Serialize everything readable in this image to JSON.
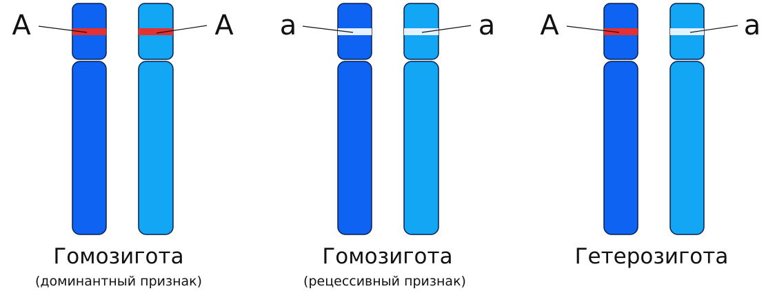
{
  "panels": [
    {
      "left_allele": "A",
      "right_allele": "A",
      "left_band": "dominant",
      "right_band": "dominant",
      "title": "Гомозигота",
      "subtitle": "(доминантный признак)"
    },
    {
      "left_allele": "a",
      "right_allele": "a",
      "left_band": "recessive",
      "right_band": "recessive",
      "title": "Гомозигота",
      "subtitle": "(рецессивный признак)"
    },
    {
      "left_allele": "A",
      "right_allele": "a",
      "left_band": "dominant",
      "right_band": "recessive",
      "title": "Гетерозигота",
      "subtitle": ""
    }
  ],
  "colors": {
    "chromosome_dark": "#0f63f2",
    "chromosome_light": "#12a6f5",
    "band_dominant": "#e8302f",
    "band_recessive": "#e6f2ff",
    "outline": "#0a1f4a"
  }
}
